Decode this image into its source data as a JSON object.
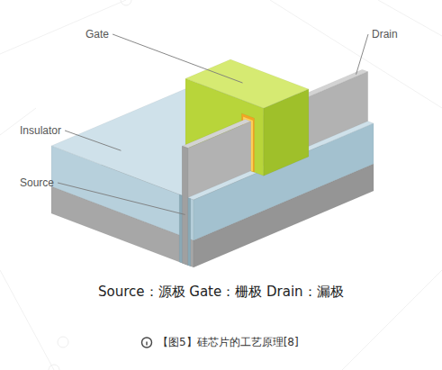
{
  "diagram": {
    "caption": "【图5】硅芯片的工艺原理[8]",
    "labels": [
      "Gate",
      "Drain",
      "Insulator",
      "Source",
      "Source：源极 Gate：栅极 Drain：漏极"
    ]
  }
}
